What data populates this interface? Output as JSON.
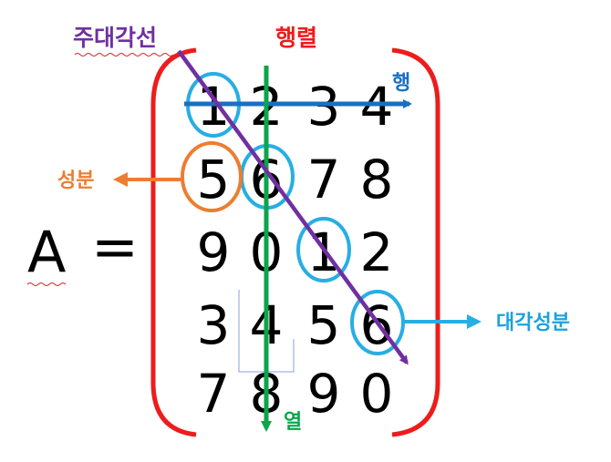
{
  "matrix_name": "A",
  "equals_sign": "=",
  "matrix_rows": [
    [
      "1",
      "2",
      "3",
      "4"
    ],
    [
      "5",
      "6",
      "7",
      "8"
    ],
    [
      "9",
      "0",
      "1",
      "2"
    ],
    [
      "3",
      "4",
      "5",
      "6"
    ],
    [
      "7",
      "8",
      "9",
      "0"
    ]
  ],
  "labels": {
    "main_diagonal": "주대각선",
    "matrix": "행렬",
    "row": "행",
    "element": "성분",
    "column": "열",
    "diagonal_element": "대각성분"
  },
  "colors": {
    "bracket": "#ee1c1c",
    "row_arrow": "#1a6fbf",
    "column_arrow": "#0aa64a",
    "diagonal_line": "#7030a0",
    "element_marker": "#ed7d31",
    "diagonal_circle": "#27aee4",
    "wavy_underline": "#e02020"
  }
}
